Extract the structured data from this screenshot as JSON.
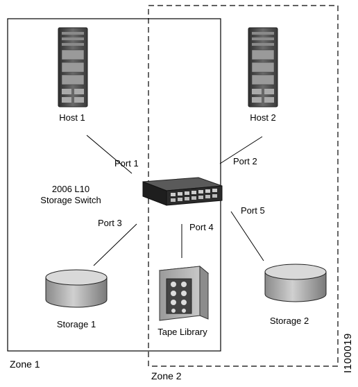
{
  "zones": [
    {
      "label": "Zone 1",
      "border": "solid"
    },
    {
      "label": "Zone 2",
      "border": "dashed"
    }
  ],
  "devices": {
    "host1": {
      "label": "Host 1",
      "icon": "server-tower-icon"
    },
    "host2": {
      "label": "Host 2",
      "icon": "server-tower-icon"
    },
    "switch": {
      "label_line1": "2006 L10",
      "label_line2": "Storage Switch",
      "icon": "network-switch-icon"
    },
    "storage1": {
      "label": "Storage 1",
      "icon": "disk-cylinder-icon"
    },
    "storage2": {
      "label": "Storage 2",
      "icon": "disk-cylinder-icon"
    },
    "tape": {
      "label": "Tape Library",
      "icon": "tape-library-icon"
    }
  },
  "ports": {
    "p1": "Port 1",
    "p2": "Port 2",
    "p3": "Port 3",
    "p4": "Port 4",
    "p5": "Port 5"
  },
  "figure_id": "I100019",
  "colors": {
    "line": "#000000",
    "server_dark": "#4a4a4a",
    "server_light": "#bdbdbd",
    "disk_top": "#d8d8d8"
  }
}
